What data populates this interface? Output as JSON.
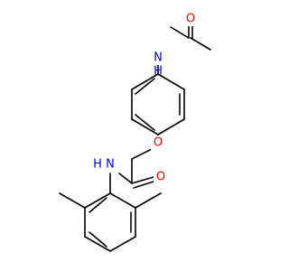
{
  "molecule": {
    "atom_labels": [
      {
        "id": "n-top",
        "text": "N",
        "color": "#0000ff"
      },
      {
        "id": "h-top",
        "text": "H",
        "color": "#0000ff"
      },
      {
        "id": "o-carbonyl-top",
        "text": "O",
        "color": "#ff0000"
      },
      {
        "id": "o-ether",
        "text": "O",
        "color": "#ff0000"
      },
      {
        "id": "n-bottom",
        "text": "N",
        "color": "#0000ff"
      },
      {
        "id": "h-bottom",
        "text": "H",
        "color": "#0000ff"
      },
      {
        "id": "o-carbonyl-bottom",
        "text": "O",
        "color": "#ff0000"
      }
    ]
  }
}
